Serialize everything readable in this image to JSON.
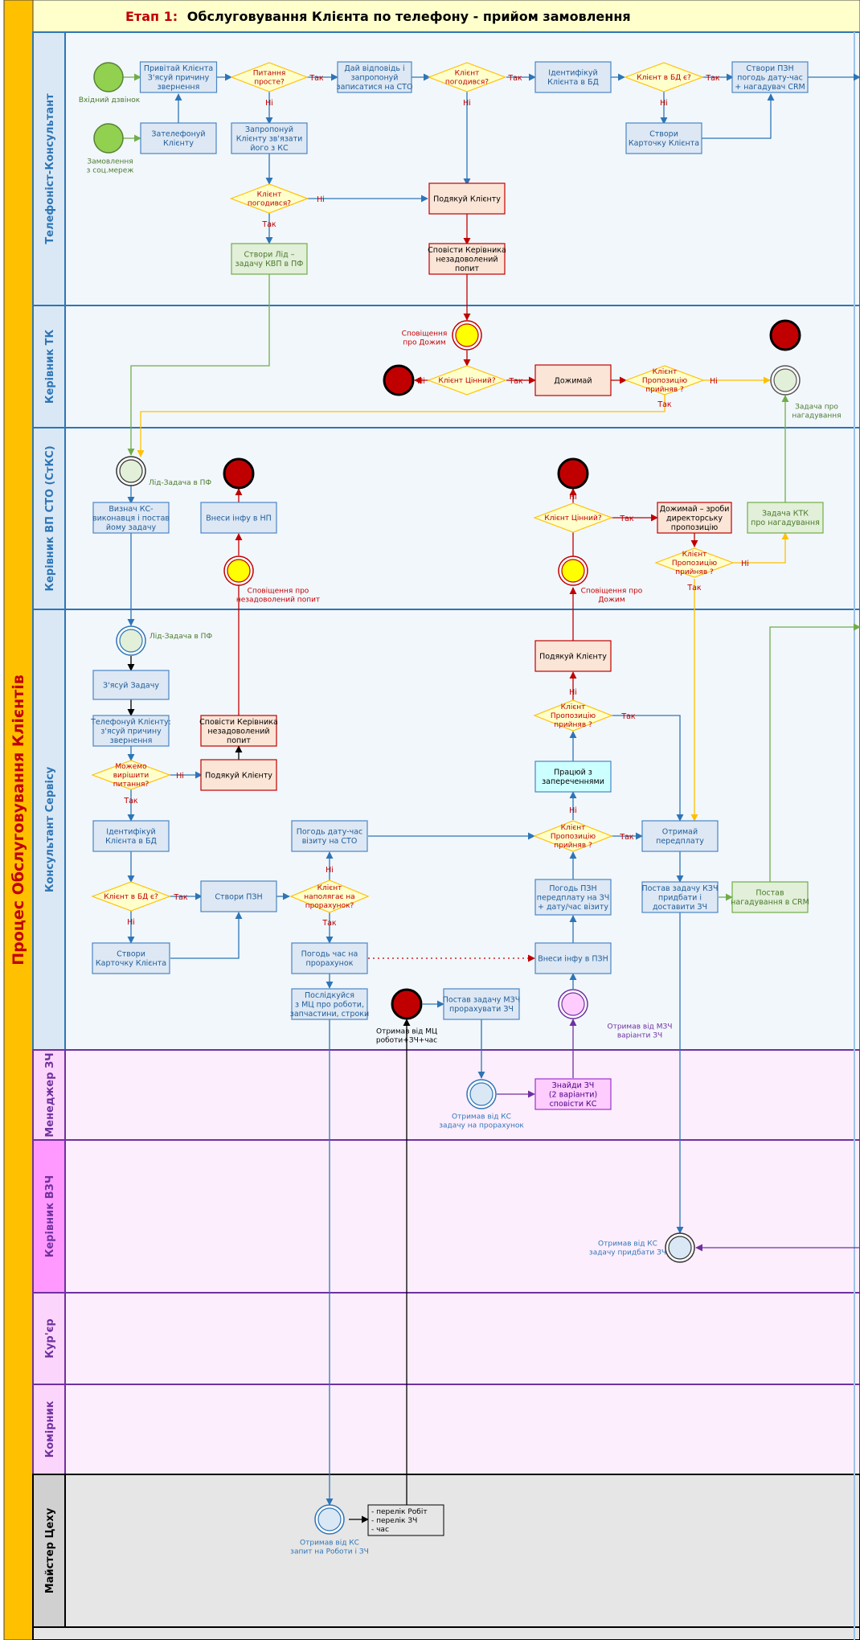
{
  "title_prefix": "Етап 1:",
  "title_text": "Обслуговування Клієнта по телефону - прийом замовлення",
  "pool_label": "Процес Обслуговування Клієнтів",
  "lanes": [
    {
      "id": "op",
      "label": "Телефоніст-Консультант"
    },
    {
      "id": "tk",
      "label": "Керівник ТК"
    },
    {
      "id": "vp",
      "label": "Керівник ВП СТО (СтКС)"
    },
    {
      "id": "ks",
      "label": "Консультант Сервісу"
    },
    {
      "id": "mzch",
      "label": "Менеджер ЗЧ"
    },
    {
      "id": "vzch",
      "label": "Керівник ВЗЧ"
    },
    {
      "id": "kur",
      "label": "Кур'єр"
    },
    {
      "id": "kom",
      "label": "Комірник"
    },
    {
      "id": "mc",
      "label": "Майстер Цеху"
    }
  ],
  "colors": {
    "pool_band": "#ffc000",
    "task_fill": "#dde8f4",
    "task_stroke": "#4a86c5",
    "task_text": "#1f5c99",
    "green_fill": "#e2efd9",
    "green_stroke": "#70ad47",
    "green_text": "#4a7a2c",
    "red_fill": "#fbe5d6",
    "red_stroke": "#c00000",
    "pink_fill": "#ffccff",
    "pink_stroke": "#9933cc",
    "cyan_fill": "#ccffff",
    "gateway_fill": "#ffffcc",
    "gateway_stroke": "#ffc000",
    "gateway_text": "#c00000",
    "flow_blue": "#2e75b6",
    "flow_red": "#c00000",
    "flow_green": "#70ad47",
    "flow_yellow": "#ffc000",
    "flow_purple": "#7030a0"
  },
  "nodes": {
    "privitai": "Привітай Клієнта\nЗ'ясуй причину\nзвернення",
    "pytannia_proste": "Питання\nпросте?",
    "dai_vidpovid": "Дай відповідь і\nзапропонуй\nзаписатися на СТО",
    "klient_pogodyvsia1": "Клієнт\nпогодився?",
    "identyfikui_op": "Ідентифікуй\nКлієнта в БД",
    "klient_v_bd_op": "Клієнт в БД є?",
    "stvory_pzn_op": "Створи ПЗН\nпогодь дату-час\n+ нагадувач CRM",
    "vkhidnyi_dzvinok": "Вхідний дзвінок",
    "zamovlennia_soc": "Замовлення\nз соц.мереж",
    "zatelefonui": "Зателефонуй\nКлієнту",
    "zaproponui_zviaz": "Запропонуй\nКлієнту зв'язати\nйого з КС",
    "stvory_kartochku_op": "Створи\nКарточку Клієнта",
    "klient_pogodyvsia2": "Клієнт\nпогодився?",
    "podiakui_op": "Подякуй Клієнту",
    "stvory_lid": "Створи Лід –\nзадачу КВП в ПФ",
    "spovisty_kerivnyka_op": "Сповісти Керівника\nнезадоволений\nпопит",
    "spovishchennia_dozhym": "Сповіщення\nпро Дожим",
    "klient_tsinnyi_tk": "Клієнт Цінний?",
    "dozhymai": "Дожимай",
    "klient_propozytsiiu_tk": "Клієнт\nПропозицію\nприйняв ?",
    "zadacha_pro_nagaduvannia": "Задача про\nнагадування",
    "lid_zadacha_vp": "Лід-Задача в ПФ",
    "vyznach_ks": "Визнач КС-\nвиконавця і постав\nйому задачу",
    "vnesy_info_np": "Внеси інфу в НП",
    "spovishchennia_np": "Сповіщення про\nнезадоволений попит",
    "klient_tsinnyi_vp": "Клієнт Цінний?",
    "dozhymai_dyrektorsku": "Дожимай – зроби\nдиректорську\nпропозицію",
    "klient_propozytsiiu_vp": "Клієнт\nПропозицію\nприйняв ?",
    "zadacha_ktk": "Задача КТК\nпро нагадування",
    "spovishchennia_dozhym_vp": "Сповіщення про\nДожим",
    "lid_zadacha_ks": "Лід-Задача в ПФ",
    "zyasui_zadachu": "З'ясуй Задачу",
    "telefonui_ks": "Телефонуй Клієнту:\nз'ясуй причину\nзвернення",
    "spovisty_kerivnyka_ks": "Сповісти Керівника\nнезадоволений\nпопит",
    "mozhemo_vyrishyty": "Можемо\nвирішити\nпитання?",
    "podiakui_ks": "Подякуй Клієнту",
    "identyfikui_ks": "Ідентифікуй\nКлієнта в БД",
    "pogod_datu_chas": "Погодь дату-час\nвізиту на СТО",
    "klient_v_bd_ks": "Клієнт в БД є?",
    "stvory_pzn_ks": "Створи ПЗН",
    "klient_napoliagaie": "Клієнт\nнаполягає на\nпрорахунок?",
    "stvory_kartochku_ks": "Створи\nКарточку Клієнта",
    "pogod_chas_prorakhunok": "Погодь час на\nпрорахунок",
    "poslipkuisia": "Послідкуйся\nз МЦ про роботи,\nзапчастини, строки",
    "podiakui_ks2": "Подякуй Клієнту",
    "klient_propozytsiiu_ks1": "Клієнт\nПропозицію\nприйняв ?",
    "pratsiui_z_zaperechenniamy": "Працюй з\nзапереченнями",
    "klient_propozytsiiu_ks2": "Клієнт\nПропозицію\nприйняв ?",
    "pogod_pzn": "Погодь ПЗН\nпередплату на ЗЧ\n+ дату/час візиту",
    "vnesy_info_pzn": "Внеси інфу в ПЗН",
    "otrymav_vid_mzch": "Отримав від МЗЧ\nваріанти ЗЧ",
    "otrymai_peredplatu": "Отримай\nпередплату",
    "postav_zadachu_kzch": "Постав задачу КЗЧ\nпридбати і\nдоставити ЗЧ",
    "postav_nagaduvannia": "Постав\nнагадування в CRM",
    "otrymav_vid_mc": "Отримав від МЦ\nроботи+ЗЧ+час",
    "postav_zadachu_mzch": "Постав задачу МЗЧ\nпрорахувати ЗЧ",
    "otrymav_vid_ks_mzch": "Отримав від КС\nзадачу на прорахунок",
    "znaidy_zch": "Знайди ЗЧ\n(2 варіанти)\nсповісти КС",
    "otrymav_vid_ks_vzch": "Отримав від КС\nзадачу придбати ЗЧ",
    "otrymav_vid_ks_mc": "Отримав від КС\nзапит на Роботи і ЗЧ",
    "perelik_annotation": "- перелік Робіт\n- перелік ЗЧ\n- час"
  },
  "flow_labels": {
    "yes": "Так",
    "no": "Ні"
  }
}
